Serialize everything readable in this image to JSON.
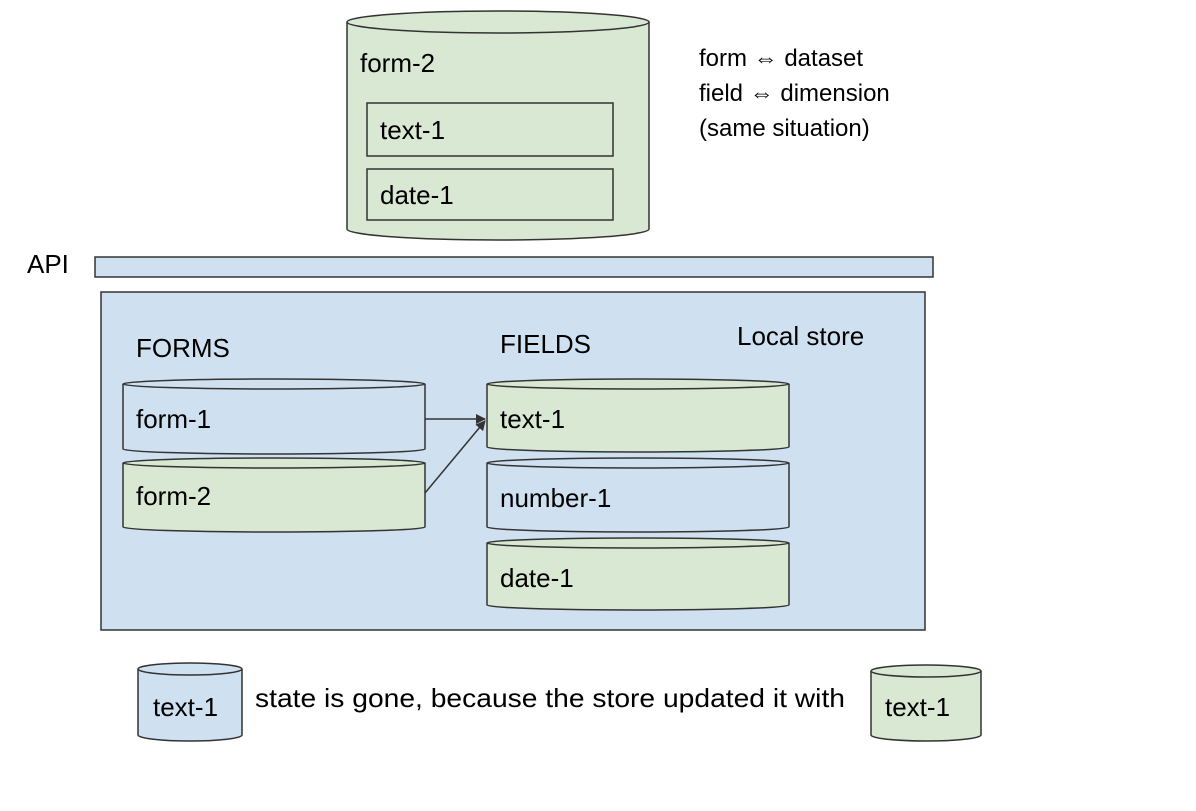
{
  "colors": {
    "blue_fill": "#cfe0f1",
    "green_fill": "#d9e8d2",
    "stroke": "#333333"
  },
  "remote": {
    "db_label": "form-2",
    "fields": [
      "text-1",
      "date-1"
    ]
  },
  "notes": {
    "line1": "form ⇔ dataset",
    "line2": "field ⇔ dimension",
    "line3": "(same situation)"
  },
  "api": {
    "label": "API"
  },
  "local_store": {
    "label": "Local store",
    "forms_header": "FORMS",
    "fields_header": "FIELDS",
    "forms": [
      {
        "label": "form-1",
        "fill": "blue"
      },
      {
        "label": "form-2",
        "fill": "green"
      }
    ],
    "fields": [
      {
        "label": "text-1",
        "fill": "green"
      },
      {
        "label": "number-1",
        "fill": "blue"
      },
      {
        "label": "date-1",
        "fill": "green"
      }
    ]
  },
  "footer": {
    "left_cylinder_label": "text-1",
    "message": "state is gone, because the store updated it with",
    "right_cylinder_label": "text-1"
  }
}
